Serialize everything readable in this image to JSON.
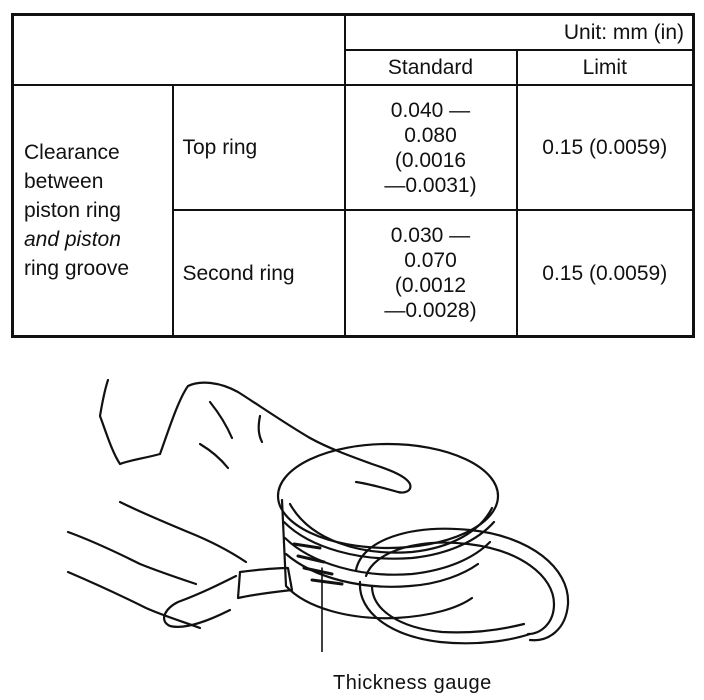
{
  "table": {
    "unit_header": "Unit: mm (in)",
    "col_standard": "Standard",
    "col_limit": "Limit",
    "row_group_label": [
      "Clearance",
      "between",
      "piston ring",
      "and piston",
      "ring groove"
    ],
    "rows": [
      {
        "ring": "Top ring",
        "standard": [
          "0.040 —",
          "0.080",
          "(0.0016",
          "—0.0031)"
        ],
        "limit": "0.15 (0.0059)"
      },
      {
        "ring": "Second ring",
        "standard": [
          "0.030 —",
          "0.070",
          "(0.0012",
          "—0.0028)"
        ],
        "limit": "0.15 (0.0059)"
      }
    ]
  },
  "figure": {
    "callout": "Thickness gauge"
  }
}
